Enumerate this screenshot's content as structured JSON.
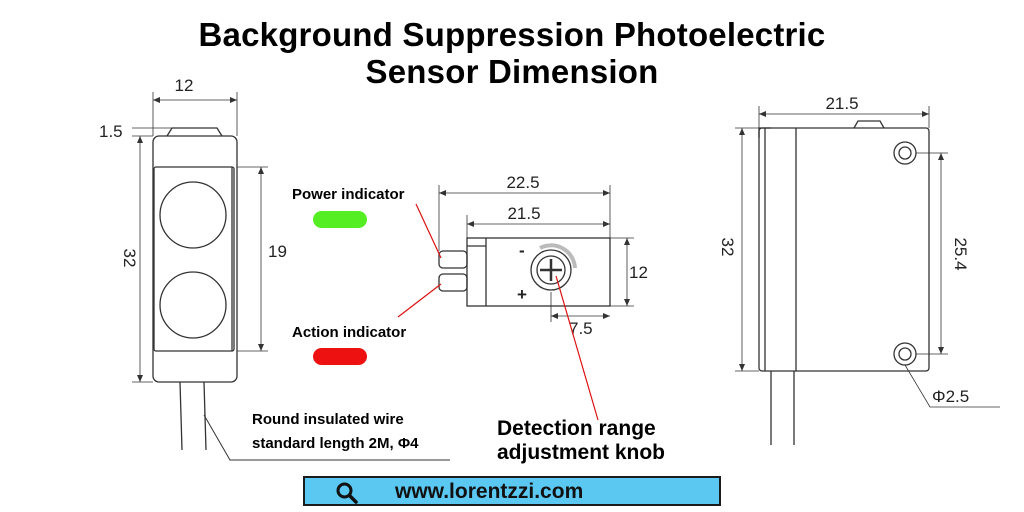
{
  "title": {
    "line1": "Background Suppression Photoelectric",
    "line2": "Sensor Dimension"
  },
  "front_view": {
    "width": "12",
    "lip": "1.5",
    "height": "32",
    "lens_span": "19"
  },
  "top_view": {
    "overall_length": "22.5",
    "body_length": "21.5",
    "depth": "12",
    "knob_offset": "7.5",
    "minus_sign": "-",
    "plus_sign": "+"
  },
  "side_view": {
    "width": "21.5",
    "height": "32",
    "hole_spacing": "25.4",
    "hole_diameter": "Φ2.5"
  },
  "labels": {
    "power_indicator": "Power indicator",
    "action_indicator": "Action indicator",
    "wire_line1": "Round insulated wire",
    "wire_line2": "standard length 2M, Φ4",
    "knob_line1": "Detection range",
    "knob_line2": "adjustment knob"
  },
  "colors": {
    "power_led": "#55ee22",
    "action_led": "#ee1111",
    "leader_red": "#dd1111",
    "url_bar": "#5bc8f2"
  },
  "footer": {
    "url": "www.lorentzzi.com",
    "icon": "search-icon"
  }
}
